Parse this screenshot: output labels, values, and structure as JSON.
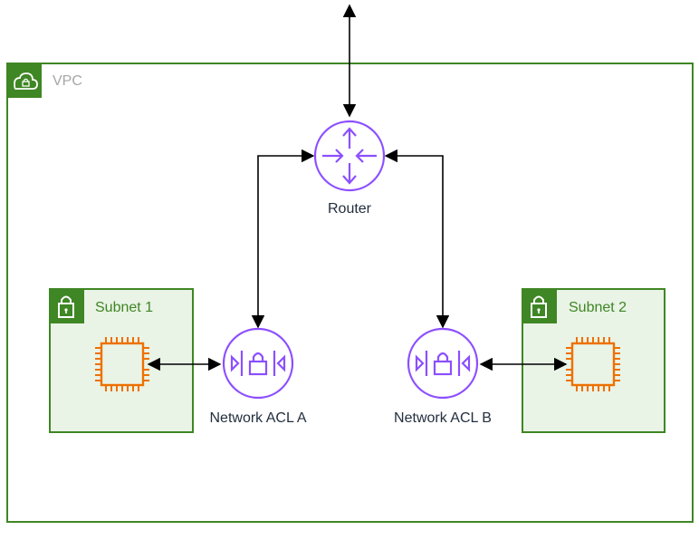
{
  "vpc": {
    "label": "VPC",
    "icon": "cloud-lock-icon",
    "color": "#3f8624"
  },
  "router": {
    "label": "Router",
    "icon": "router-icon",
    "color": "#8c4fff"
  },
  "subnets": [
    {
      "label": "Subnet 1",
      "icon": "padlock-icon",
      "color": "#3f8624",
      "fill": "#e9f3e6"
    },
    {
      "label": "Subnet 2",
      "icon": "padlock-icon",
      "color": "#3f8624",
      "fill": "#e9f3e6"
    }
  ],
  "acls": [
    {
      "label": "Network ACL A",
      "icon": "network-acl-icon",
      "color": "#8c4fff"
    },
    {
      "label": "Network ACL B",
      "icon": "network-acl-icon",
      "color": "#8c4fff"
    }
  ],
  "instances": [
    {
      "icon": "ec2-instance-icon",
      "color": "#ed7100"
    },
    {
      "icon": "ec2-instance-icon",
      "color": "#ed7100"
    }
  ],
  "connector_color": "#000000"
}
